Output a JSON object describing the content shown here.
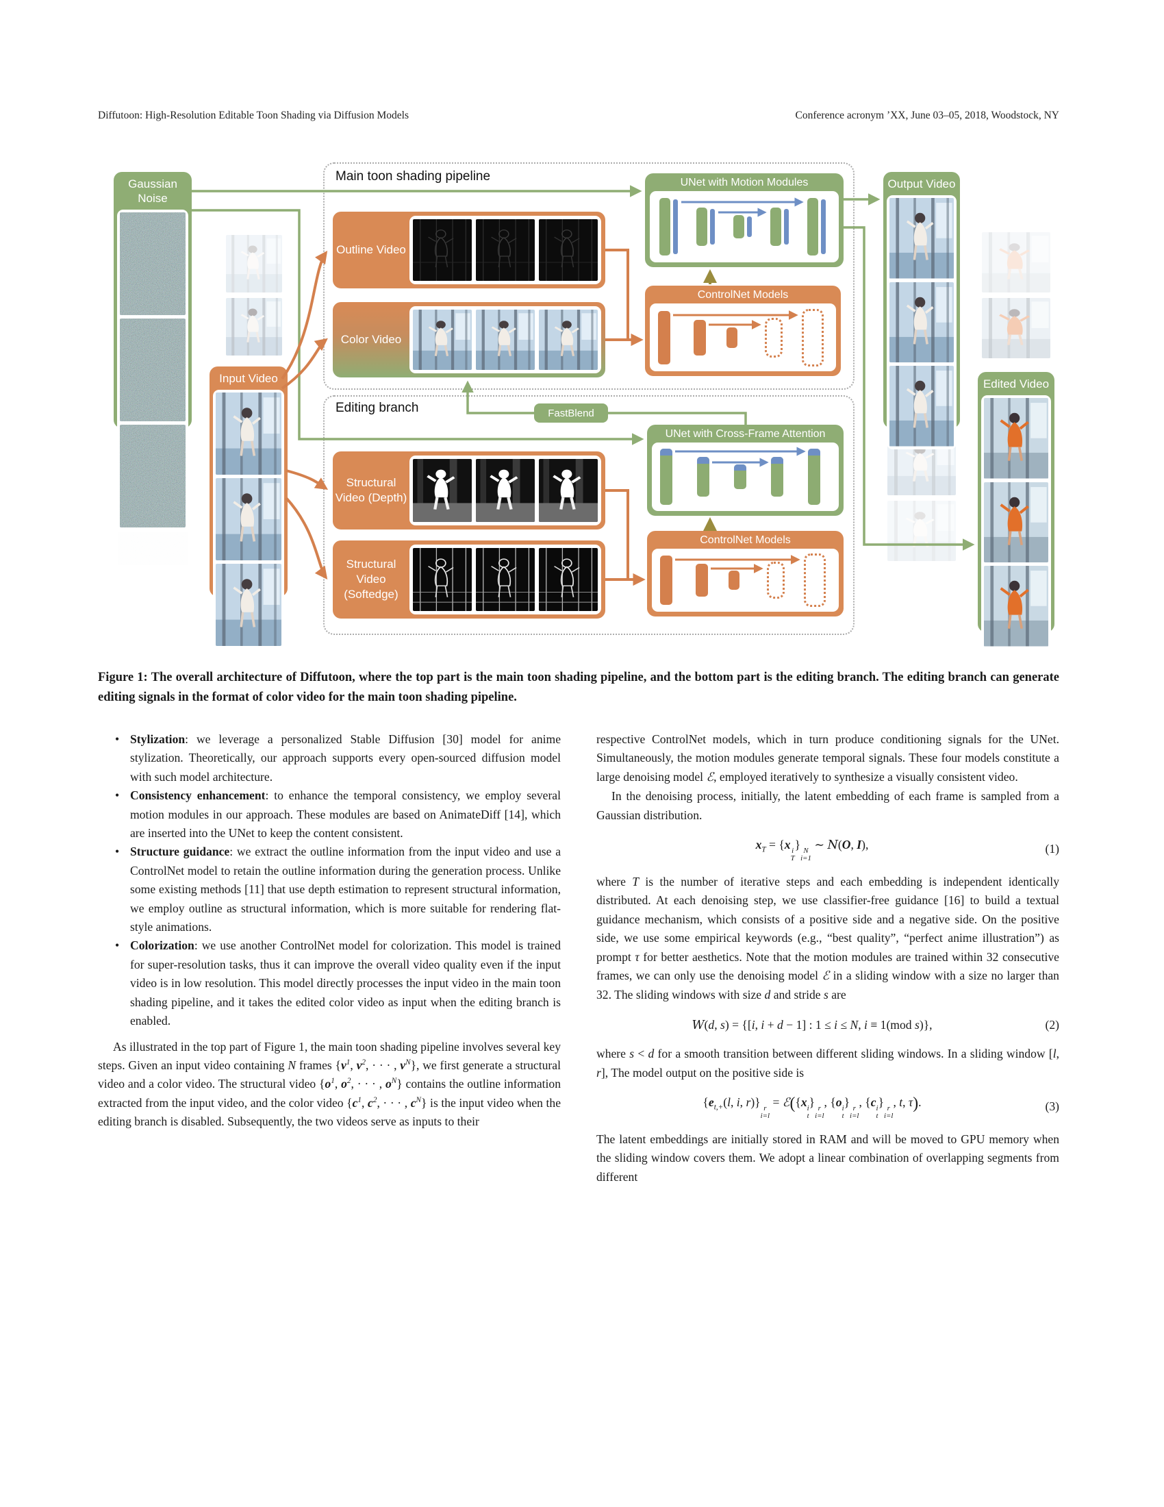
{
  "header": {
    "left": "Diffutoon: High-Resolution Editable Toon Shading via Diffusion Models",
    "right": "Conference acronym ’XX, June 03–05, 2018, Woodstock, NY"
  },
  "figure": {
    "labels": {
      "main_pipeline": "Main toon shading pipeline",
      "editing_branch": "Editing branch",
      "gaussian_noise": "Gaussian Noise",
      "input_video": "Input Video",
      "outline_video": "Outline Video",
      "color_video": "Color Video",
      "structural_depth": "Structural Video (Depth)",
      "structural_softedge": "Structural Video (Softedge)",
      "unet_motion": "UNet with Motion Modules",
      "unet_cfa": "UNet with Cross-Frame Attention",
      "controlnet": "ControlNet Models",
      "fastblend": "FastBlend",
      "output_video": "Output Video",
      "edited_video": "Edited Video"
    },
    "colors": {
      "green": "#8fad74",
      "orange": "#d98a55",
      "blue": "#6e8fc5",
      "olive": "#9a8c3e",
      "dash_gray": "#ababab"
    }
  },
  "caption": "Figure 1: The overall architecture of Diffutoon, where the top part is the main toon shading pipeline, and the bottom part is the editing branch. The editing branch can generate editing signals in the format of color video for the main toon shading pipeline.",
  "bullet_glyph": "•",
  "left_column": {
    "bullets": [
      [
        {
          "t": "Stylization",
          "c": "b"
        },
        {
          "t": ": we leverage a personalized Stable Diffusion [30] model for anime stylization. Theoretically, our approach supports every open-sourced diffusion model with such model architecture."
        }
      ],
      [
        {
          "t": "Consistency enhancement",
          "c": "b"
        },
        {
          "t": ": to enhance the temporal consistency, we employ several motion modules in our approach. These modules are based on AnimateDiff [14], which are inserted into the UNet to keep the content consistent."
        }
      ],
      [
        {
          "t": "Structure guidance",
          "c": "b"
        },
        {
          "t": ": we extract the outline information from the input video and use a ControlNet model to retain the outline information during the generation process. Unlike some existing methods [11] that use depth estimation to represent structural information, we employ outline as structural information, which is more suitable for rendering flat-style animations."
        }
      ],
      [
        {
          "t": "Colorization",
          "c": "b"
        },
        {
          "t": ": we use another ControlNet model for colorization. This model is trained for super-resolution tasks, thus it can improve the overall video quality even if the input video is in low resolution. This model directly processes the input video in the main toon shading pipeline, and it takes the edited color video as input when the editing branch is enabled."
        }
      ]
    ],
    "paragraph": [
      {
        "t": "As illustrated in the top part of Figure 1, the main toon shading pipeline involves several key steps. Given an input video containing "
      },
      {
        "t": "N",
        "c": "it"
      },
      {
        "t": " frames {"
      },
      {
        "t": "v",
        "c": "bi",
        "sup": "1"
      },
      {
        "t": ", "
      },
      {
        "t": "v",
        "c": "bi",
        "sup": "2"
      },
      {
        "t": ", · · · , "
      },
      {
        "t": "v",
        "c": "bi",
        "sup": "N"
      },
      {
        "t": "}, we first generate a structural video and a color video. The structural video {"
      },
      {
        "t": "o",
        "c": "bi",
        "sup": "1"
      },
      {
        "t": ", "
      },
      {
        "t": "o",
        "c": "bi",
        "sup": "2"
      },
      {
        "t": ", · · · , "
      },
      {
        "t": "o",
        "c": "bi",
        "sup": "N"
      },
      {
        "t": "} contains the outline information extracted from the input video, and the color video {"
      },
      {
        "t": "c",
        "c": "bi",
        "sup": "1"
      },
      {
        "t": ", "
      },
      {
        "t": "c",
        "c": "bi",
        "sup": "2"
      },
      {
        "t": ", · · · , "
      },
      {
        "t": "c",
        "c": "bi",
        "sup": "N"
      },
      {
        "t": "} is the input video when the editing branch is disabled. Subsequently, the two videos serve as inputs to their"
      }
    ]
  },
  "right_column": {
    "p1": [
      {
        "t": "respective ControlNet models, which in turn produce conditioning signals for the UNet. Simultaneously, the motion modules generate temporal signals. These four models constitute a large denoising model "
      },
      {
        "t": "ℰ",
        "c": "cal"
      },
      {
        "t": ", employed iteratively to synthesize a visually consistent video."
      }
    ],
    "p2": [
      {
        "t": "In the denoising process, initially, the latent embedding of each frame is sampled from a Gaussian distribution."
      }
    ],
    "eq1": {
      "tokens": [
        {
          "t": "x",
          "c": "bi",
          "sub": "T"
        },
        {
          "t": " = {"
        },
        {
          "t": "x",
          "c": "bi",
          "sup": "i",
          "sub": "T"
        },
        {
          "t": "}",
          "sup": "N",
          "sub": "i=1"
        },
        {
          "t": " ∼ "
        },
        {
          "t": "N",
          "c": "cal"
        },
        {
          "t": "("
        },
        {
          "t": "O",
          "c": "bi"
        },
        {
          "t": ", "
        },
        {
          "t": "I",
          "c": "bi"
        },
        {
          "t": "),"
        }
      ],
      "number": "(1)"
    },
    "p3": [
      {
        "t": "where "
      },
      {
        "t": "T",
        "c": "it"
      },
      {
        "t": " is the number of iterative steps and each embedding is independent identically distributed. At each denoising step, we use classifier-free guidance [16] to build a textual guidance mechanism, which consists of a positive side and a negative side. On the positive side, we use some empirical keywords (e.g., “best quality”, “perfect anime illustration”) as prompt "
      },
      {
        "t": "τ",
        "c": "it"
      },
      {
        "t": " for better aesthetics. Note that the motion modules are trained within 32 consecutive frames, we can only use the denoising model "
      },
      {
        "t": "ℰ",
        "c": "cal"
      },
      {
        "t": " in a sliding window with a size no larger than 32. The sliding windows with size "
      },
      {
        "t": "d",
        "c": "it"
      },
      {
        "t": " and stride "
      },
      {
        "t": "s",
        "c": "it"
      },
      {
        "t": " are"
      }
    ],
    "eq2": {
      "tokens": [
        {
          "t": "W",
          "c": "cal"
        },
        {
          "t": "("
        },
        {
          "t": "d",
          "c": "it"
        },
        {
          "t": ", "
        },
        {
          "t": "s",
          "c": "it"
        },
        {
          "t": ") = {["
        },
        {
          "t": "i",
          "c": "it"
        },
        {
          "t": ", "
        },
        {
          "t": "i",
          "c": "it"
        },
        {
          "t": " + "
        },
        {
          "t": "d",
          "c": "it"
        },
        {
          "t": " − 1] : 1 ≤ "
        },
        {
          "t": "i",
          "c": "it"
        },
        {
          "t": " ≤ "
        },
        {
          "t": "N",
          "c": "it"
        },
        {
          "t": ", "
        },
        {
          "t": "i",
          "c": "it"
        },
        {
          "t": " ≡ 1(mod "
        },
        {
          "t": "s",
          "c": "it"
        },
        {
          "t": ")},"
        }
      ],
      "number": "(2)"
    },
    "p4": [
      {
        "t": "where "
      },
      {
        "t": "s",
        "c": "it"
      },
      {
        "t": " < "
      },
      {
        "t": "d",
        "c": "it"
      },
      {
        "t": " for a smooth transition between different sliding windows. In a sliding window ["
      },
      {
        "t": "l",
        "c": "it"
      },
      {
        "t": ", "
      },
      {
        "t": "r",
        "c": "it"
      },
      {
        "t": "], The model output on the positive side is"
      }
    ],
    "eq3": {
      "tokens": [
        {
          "t": "{"
        },
        {
          "t": "e",
          "c": "bi",
          "sub": "t,+"
        },
        {
          "t": "("
        },
        {
          "t": "l",
          "c": "it"
        },
        {
          "t": ", "
        },
        {
          "t": "i",
          "c": "it"
        },
        {
          "t": ", "
        },
        {
          "t": "r",
          "c": "it"
        },
        {
          "t": ")}",
          "sup": "r",
          "sub": "i=l"
        },
        {
          "t": " = "
        },
        {
          "t": "ℰ",
          "c": "cal"
        },
        {
          "t": "(",
          "c": "big"
        },
        {
          "t": "{"
        },
        {
          "t": "x",
          "c": "bi",
          "sup": "i",
          "sub": "t"
        },
        {
          "t": "}",
          "sup": "r",
          "sub": "i=l"
        },
        {
          "t": ", {"
        },
        {
          "t": "o",
          "c": "bi",
          "sup": "i",
          "sub": "t"
        },
        {
          "t": "}",
          "sup": "r",
          "sub": "i=l"
        },
        {
          "t": ", {"
        },
        {
          "t": "c",
          "c": "bi",
          "sup": "i",
          "sub": "t"
        },
        {
          "t": "}",
          "sup": "r",
          "sub": "i=l"
        },
        {
          "t": ", "
        },
        {
          "t": "t",
          "c": "it"
        },
        {
          "t": ", "
        },
        {
          "t": "τ",
          "c": "it"
        },
        {
          "t": ")",
          "c": "big"
        },
        {
          "t": "."
        }
      ],
      "number": "(3)"
    },
    "p5": [
      {
        "t": "The latent embeddings are initially stored in RAM and will be moved to GPU memory when the sliding window covers them. We adopt a linear combination of overlapping segments from different"
      }
    ]
  }
}
